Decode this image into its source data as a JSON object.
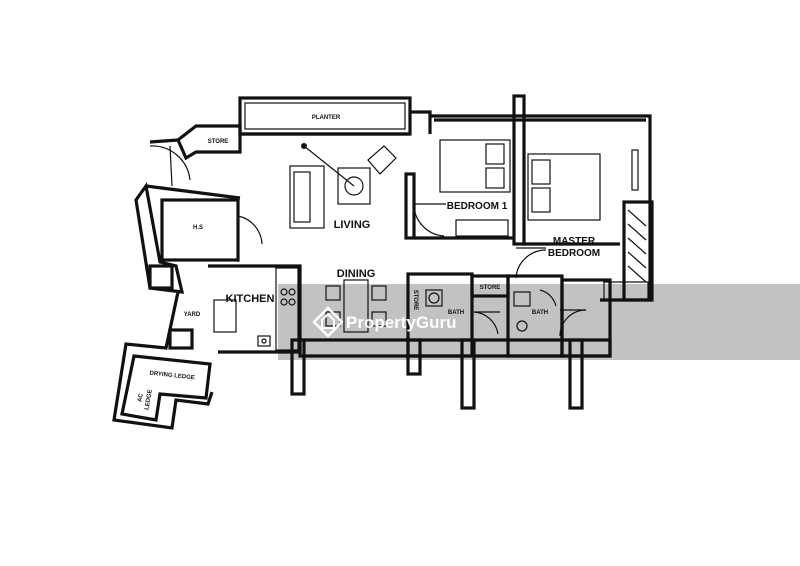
{
  "rooms": {
    "planter": "PLANTER",
    "store_top": "STORE",
    "hs": "H.S",
    "living": "LIVING",
    "dining": "DINING",
    "kitchen": "KITCHEN",
    "yard": "YARD",
    "drying_ledge": "DRYING LEDGE",
    "ac_ledge_line1": "AC",
    "ac_ledge_line2": "LEDGE",
    "bedroom1": "BEDROOM 1",
    "master_line1": "MASTER",
    "master_line2": "BEDROOM",
    "store_mid": "STORE",
    "store_vert": "STORE",
    "bath1": "BATH",
    "bath2": "BATH"
  },
  "watermark": {
    "text": "PropertyGuru"
  }
}
